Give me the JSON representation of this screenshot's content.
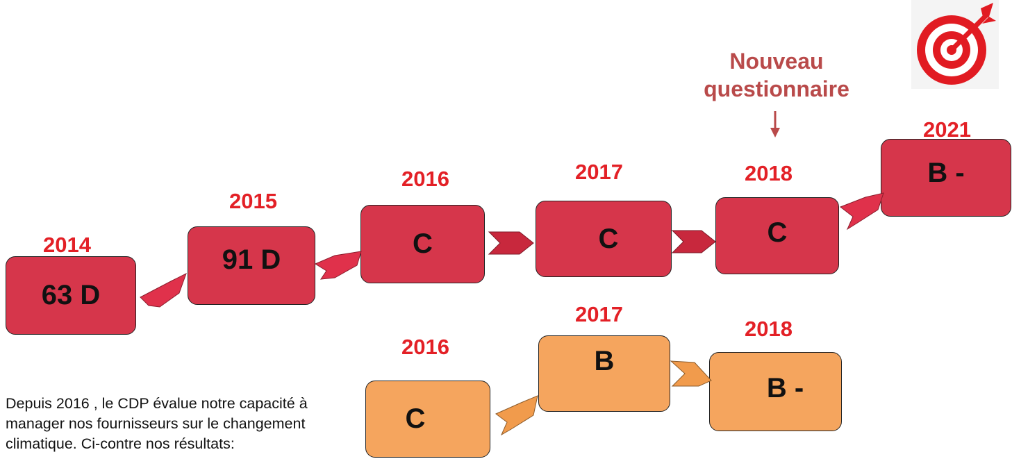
{
  "top_row": [
    {
      "year": "2014",
      "score": "63 D"
    },
    {
      "year": "2015",
      "score": "91 D"
    },
    {
      "year": "2016",
      "score": "C"
    },
    {
      "year": "2017",
      "score": "C"
    },
    {
      "year": "2018",
      "score": "C"
    },
    {
      "year": "2021",
      "score": "B -"
    }
  ],
  "bottom_row": [
    {
      "year": "2016",
      "score": "C"
    },
    {
      "year": "2017",
      "score": "B"
    },
    {
      "year": "2018",
      "score": "B -"
    }
  ],
  "note": {
    "line1": "Nouveau",
    "line2": "questionnaire"
  },
  "description": "Depuis 2016 , le CDP évalue notre capacité à manager nos fournisseurs sur le changement climatique. Ci-contre nos résultats:",
  "icons": {
    "target": "target-icon",
    "arrow_down": "arrow-down-icon"
  },
  "colors": {
    "top_box": "#d6364b",
    "bottom_box": "#f5a55e",
    "year_text": "#e32026",
    "note_text": "#b94a4a"
  }
}
